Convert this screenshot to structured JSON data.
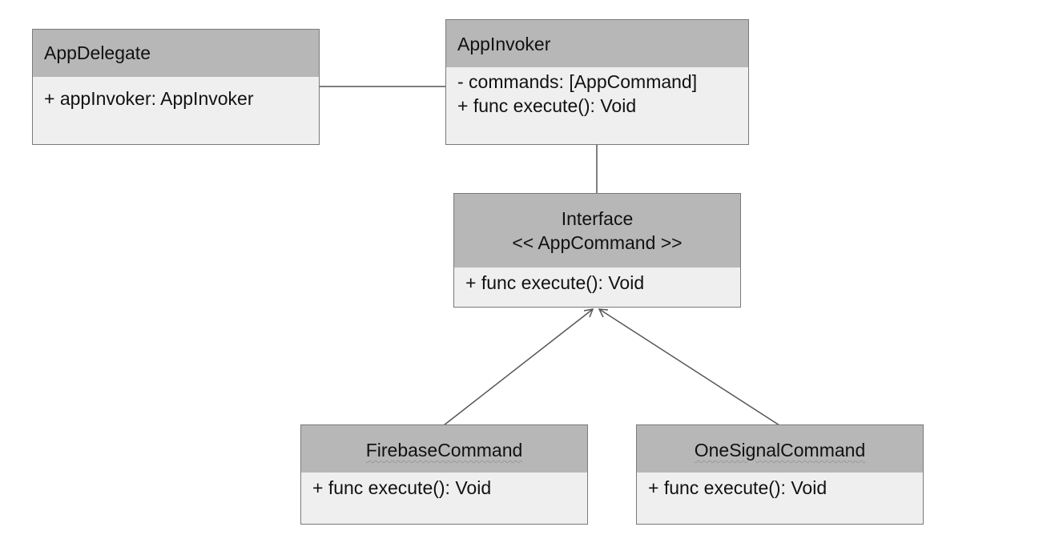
{
  "diagram": {
    "classes": {
      "app_delegate": {
        "name": "AppDelegate",
        "members": [
          "+ appInvoker: AppInvoker"
        ]
      },
      "app_invoker": {
        "name": "AppInvoker",
        "members": [
          "- commands: [AppCommand]",
          "+ func execute(): Void"
        ]
      },
      "app_command": {
        "stereotype": "Interface",
        "name": "<< AppCommand >>",
        "members": [
          "+ func execute(): Void"
        ]
      },
      "firebase_command": {
        "name": "FirebaseCommand",
        "members": [
          "+ func execute(): Void"
        ]
      },
      "onesignal_command": {
        "name": "OneSignalCommand",
        "members": [
          "+ func execute(): Void"
        ]
      }
    },
    "relations": [
      {
        "from": "AppDelegate",
        "to": "AppInvoker",
        "type": "association"
      },
      {
        "from": "AppInvoker",
        "to": "AppCommand",
        "type": "association"
      },
      {
        "from": "FirebaseCommand",
        "to": "AppCommand",
        "type": "realization"
      },
      {
        "from": "OneSignalCommand",
        "to": "AppCommand",
        "type": "realization"
      }
    ],
    "colors": {
      "header_fill": "#b7b7b7",
      "body_fill": "#efefef",
      "border": "#7a7a7a",
      "line": "#555555"
    }
  }
}
